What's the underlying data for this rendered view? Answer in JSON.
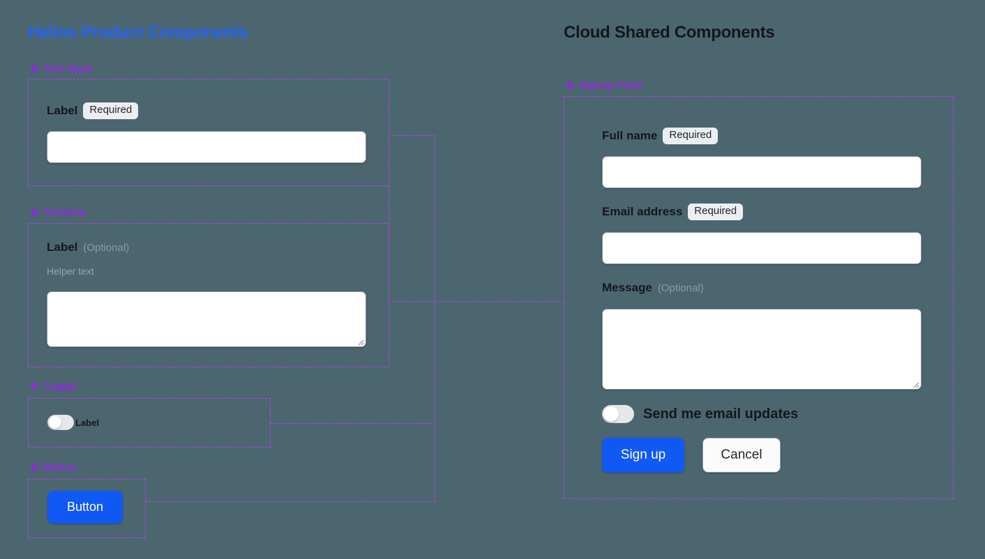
{
  "columns": {
    "left": {
      "title": "Helios Product Components",
      "color": "#2563f5"
    },
    "right": {
      "title": "Cloud Shared Components",
      "color": "#15161c"
    }
  },
  "accent": {
    "section_label": "#9327e0",
    "frame": "#c03ef0",
    "primary": "#1159f5",
    "background": "#4c6670"
  },
  "left_sections": [
    {
      "name": "text-input",
      "label": "Text Input"
    },
    {
      "name": "textarea",
      "label": "Textarea"
    },
    {
      "name": "toggle",
      "label": "Toggle"
    },
    {
      "name": "button",
      "label": "Button"
    }
  ],
  "text_input": {
    "label": "Label",
    "badge": "Required",
    "value": "",
    "placeholder": ""
  },
  "textarea": {
    "label": "Label",
    "optional": "(Optional)",
    "helper": "Helper text",
    "value": "",
    "placeholder": ""
  },
  "toggle": {
    "label": "Label",
    "state": "off"
  },
  "button": {
    "label": "Button"
  },
  "right_sections": [
    {
      "name": "signup-form",
      "label": "Signup Form"
    }
  ],
  "signup": {
    "full_name": {
      "label": "Full name",
      "badge": "Required",
      "value": "",
      "placeholder": ""
    },
    "email": {
      "label": "Email address",
      "badge": "Required",
      "value": "",
      "placeholder": ""
    },
    "message": {
      "label": "Message",
      "optional": "(Optional)",
      "value": "",
      "placeholder": ""
    },
    "updates_toggle": {
      "label": "Send me email updates",
      "state": "off"
    },
    "submit": "Sign up",
    "cancel": "Cancel"
  }
}
